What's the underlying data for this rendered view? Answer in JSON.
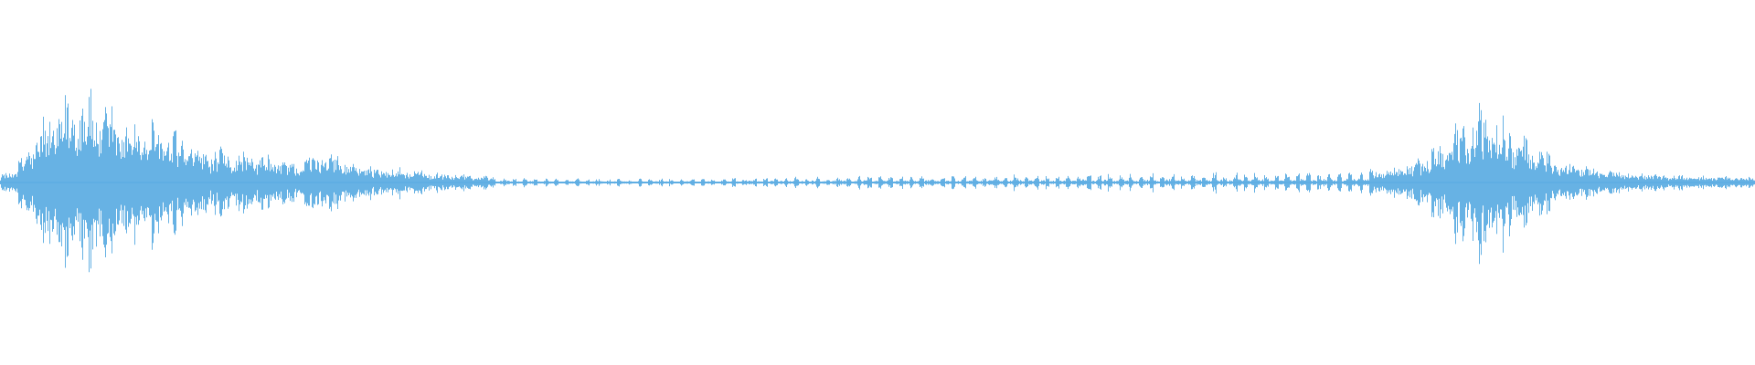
{
  "waveform": {
    "color": "#5faee3",
    "background": "#ffffff",
    "envelope": [
      [
        0.0,
        0.06
      ],
      [
        0.004,
        0.08
      ],
      [
        0.008,
        0.12
      ],
      [
        0.012,
        0.18
      ],
      [
        0.016,
        0.28
      ],
      [
        0.022,
        0.42
      ],
      [
        0.028,
        0.5
      ],
      [
        0.034,
        0.58
      ],
      [
        0.04,
        0.63
      ],
      [
        0.046,
        0.72
      ],
      [
        0.052,
        0.64
      ],
      [
        0.058,
        0.58
      ],
      [
        0.066,
        0.52
      ],
      [
        0.074,
        0.48
      ],
      [
        0.082,
        0.45
      ],
      [
        0.09,
        0.42
      ],
      [
        0.1,
        0.35
      ],
      [
        0.108,
        0.3
      ],
      [
        0.116,
        0.26
      ],
      [
        0.124,
        0.24
      ],
      [
        0.132,
        0.23
      ],
      [
        0.142,
        0.22
      ],
      [
        0.152,
        0.2
      ],
      [
        0.162,
        0.18
      ],
      [
        0.172,
        0.17
      ],
      [
        0.186,
        0.28
      ],
      [
        0.195,
        0.18
      ],
      [
        0.205,
        0.14
      ],
      [
        0.215,
        0.12
      ],
      [
        0.23,
        0.1
      ],
      [
        0.245,
        0.08
      ],
      [
        0.26,
        0.07
      ],
      [
        0.275,
        0.05
      ],
      [
        0.29,
        0.035
      ],
      [
        0.32,
        0.03
      ],
      [
        0.36,
        0.03
      ],
      [
        0.4,
        0.03
      ],
      [
        0.44,
        0.04
      ],
      [
        0.48,
        0.05
      ],
      [
        0.52,
        0.05
      ],
      [
        0.56,
        0.055
      ],
      [
        0.6,
        0.06
      ],
      [
        0.64,
        0.065
      ],
      [
        0.68,
        0.07
      ],
      [
        0.72,
        0.07
      ],
      [
        0.76,
        0.08
      ],
      [
        0.79,
        0.1
      ],
      [
        0.805,
        0.16
      ],
      [
        0.815,
        0.24
      ],
      [
        0.825,
        0.34
      ],
      [
        0.835,
        0.46
      ],
      [
        0.843,
        0.58
      ],
      [
        0.85,
        0.54
      ],
      [
        0.858,
        0.44
      ],
      [
        0.866,
        0.36
      ],
      [
        0.874,
        0.28
      ],
      [
        0.882,
        0.22
      ],
      [
        0.89,
        0.17
      ],
      [
        0.9,
        0.13
      ],
      [
        0.915,
        0.1
      ],
      [
        0.93,
        0.08
      ],
      [
        0.95,
        0.06
      ],
      [
        0.97,
        0.05
      ],
      [
        1.0,
        0.04
      ]
    ]
  }
}
